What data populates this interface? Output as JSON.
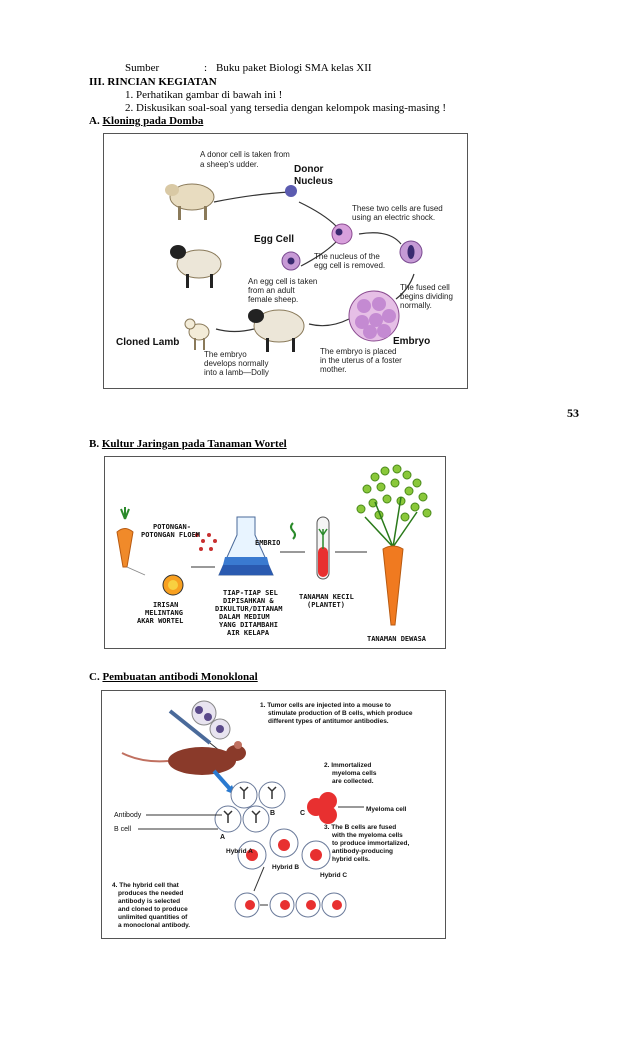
{
  "header": {
    "sumber_label": "Sumber",
    "sumber_colon": ":",
    "sumber_value": "Buku paket Biologi SMA kelas XII",
    "section_title": "III. RINCIAN KEGIATAN",
    "steps": [
      "1. Perhatikan gambar di bawah ini !",
      "2. Diskusikan soal-soal yang tersedia dengan kelompok masing-masing !"
    ]
  },
  "section_a": {
    "prefix": "A.",
    "title": "Kloning pada Domba",
    "figure": {
      "donor_text_1": "A donor cell is taken from",
      "donor_text_2": "a sheep's udder.",
      "donor_nucleus_1": "Donor",
      "donor_nucleus_2": "Nucleus",
      "fused_text_1": "These two cells are fused",
      "fused_text_2": "using an electric shock.",
      "egg_cell": "Egg Cell",
      "nucleus_removed_1": "The nucleus of the",
      "nucleus_removed_2": "egg cell is removed.",
      "egg_taken_1": "An egg cell is taken",
      "egg_taken_2": "from an adult",
      "egg_taken_3": "female sheep.",
      "fused_divide_1": "The fused cell",
      "fused_divide_2": "begins dividing",
      "fused_divide_3": "normally.",
      "embryo": "Embryo",
      "cloned_lamb": "Cloned Lamb",
      "develops_1": "The embryo",
      "develops_2": "develops normally",
      "develops_3": "into a lamb—Dolly",
      "placed_1": "The embryo is placed",
      "placed_2": "in the uterus of a foster",
      "placed_3": "mother."
    }
  },
  "page_number": "53",
  "section_b": {
    "prefix": "B.",
    "title": "Kultur Jaringan pada Tanaman Wortel",
    "figure": {
      "potongan_1": "POTONGAN-",
      "potongan_2": "POTONGAN FLOEM",
      "embrio": "EMBRIO",
      "irisan_1": "IRISAN",
      "irisan_2": "MELINTANG",
      "irisan_3": "AKAR WORTEL",
      "tiap_1": "TIAP-TIAP SEL",
      "tiap_2": "DIPISAHKAN &",
      "tiap_3": "DIKULTUR/DITANAM",
      "tiap_4": "DALAM MEDIUM",
      "tiap_5": "YANG DITAMBAHI",
      "tiap_6": "AIR KELAPA",
      "kecil_1": "TANAMAN KECIL",
      "kecil_2": "(PLANTET)",
      "dewasa": "TANAMAN DEWASA"
    }
  },
  "section_c": {
    "prefix": "C.",
    "title": "Pembuatan antibodi Monoklonal",
    "figure": {
      "step1_1": "1. Tumor cells are injected into a mouse to",
      "step1_2": "stimulate production of B cells, which produce",
      "step1_3": "different types of antitumor antibodies.",
      "step2_1": "2. Immortalized",
      "step2_2": "myeloma cells",
      "step2_3": "are collected.",
      "antibody": "Antibody",
      "b_cell": "B cell",
      "myeloma": "Myeloma cell",
      "b": "B",
      "c": "C",
      "a": "A",
      "step3_1": "3. The B cells are fused",
      "step3_2": "with the myeloma cells",
      "step3_3": "to produce immortalized,",
      "step3_4": "antibody-producing",
      "step3_5": "hybrid cells.",
      "hybrid_a": "Hybrid A",
      "hybrid_b": "Hybrid B",
      "hybrid_c": "Hybrid C",
      "step4_1": "4. The hybrid cell that",
      "step4_2": "produces the needed",
      "step4_3": "antibody is selected",
      "step4_4": "and cloned to produce",
      "step4_5": "unlimited quantities of",
      "step4_6": "a monoclonal antibody."
    }
  }
}
